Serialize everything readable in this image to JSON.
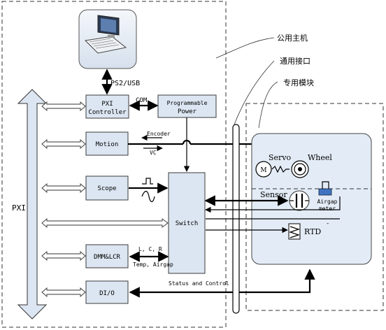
{
  "labels": {
    "host_computer": "公用主机",
    "common_interface": "通用接口",
    "dedicated_module": "专用模块",
    "pxi": "PXI",
    "ps2_usb": "PS2/USB",
    "com": "COM",
    "encoder": "Encoder",
    "vc": "VC",
    "lcr": "L, C, R",
    "temp_airgap": "Temp, Airgap",
    "status_control": "Status and Control",
    "servo": "Servo",
    "wheel": "Wheel",
    "motor": "M",
    "sensor": "Sensor",
    "airgap_meter_1": "Airgap",
    "airgap_meter_2": "meter",
    "rtd": "RTD",
    "minus": "-"
  },
  "blocks": {
    "pxi_controller_1": "PXI",
    "pxi_controller_2": "Controller",
    "programmable_power_1": "Programmable",
    "programmable_power_2": "Power",
    "motion": "Motion",
    "scope": "Scope",
    "switch": "Switch",
    "dmm_lcr": "DMM&LCR",
    "dio": "DI/O"
  },
  "colors": {
    "block_fill": "#dce6f2",
    "module_fill": "#e3ecf6",
    "airgap_sensor": "#3f73c2"
  }
}
